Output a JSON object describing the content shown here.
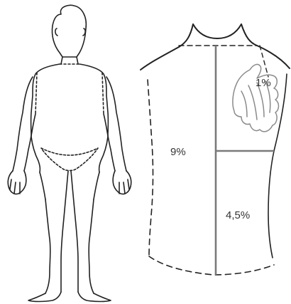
{
  "diagram": {
    "labels": {
      "palm": "1%",
      "half_trunk": "9%",
      "lower_quarter": "4,5%"
    },
    "colors": {
      "outline": "#222222",
      "divider": "#7a7a7a",
      "palm_outline": "#8a8a8a",
      "text": "#333333"
    }
  }
}
